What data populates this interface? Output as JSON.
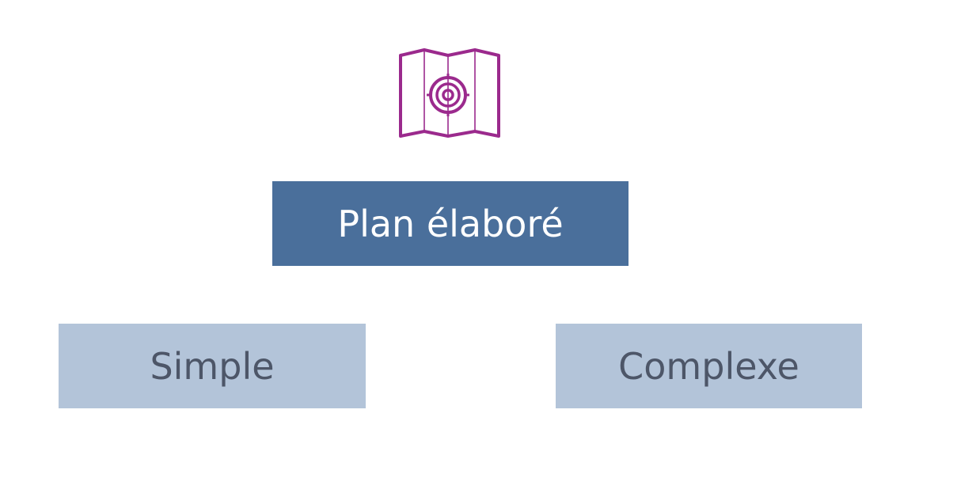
{
  "colors": {
    "background": "#ffffff",
    "icon": "#9b2a8d",
    "primary_box": "#4a6f9b",
    "secondary_box": "#b3c4d9",
    "primary_text": "#ffffff",
    "secondary_text": "#4d5668"
  },
  "icon": {
    "name": "map-target-icon"
  },
  "root": {
    "label": "Plan élaboré"
  },
  "children": [
    {
      "label": "Simple"
    },
    {
      "label": "Complexe"
    }
  ]
}
